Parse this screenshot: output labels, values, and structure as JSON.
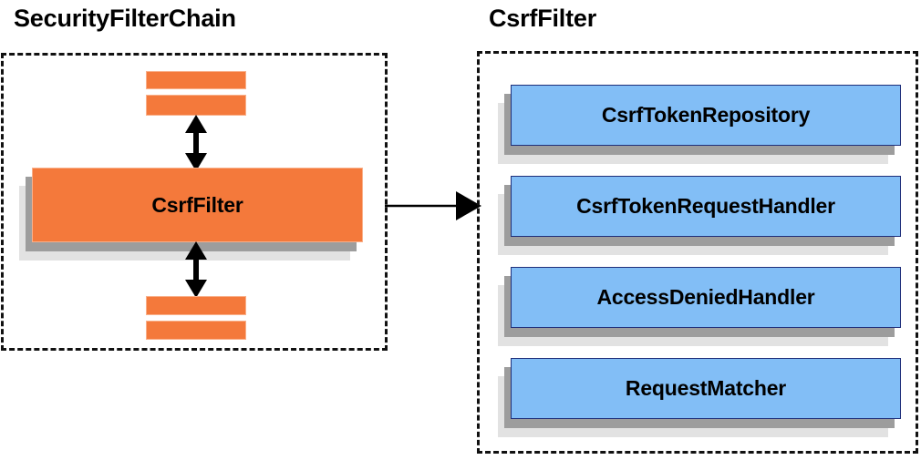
{
  "diagram": {
    "type": "component-diagram",
    "background_color": "#ffffff",
    "panels": [
      {
        "id": "security-filter-chain",
        "title": "SecurityFilterChain",
        "border_style": "dashed",
        "border_color": "#111111"
      },
      {
        "id": "csrf-filter",
        "title": "CsrfFilter",
        "border_style": "dashed",
        "border_color": "#111111"
      }
    ]
  },
  "left_panel": {
    "title": "SecurityFilterChain",
    "top_bars": [
      {
        "label": "",
        "color": "#f4793b"
      },
      {
        "label": "",
        "color": "#f4793b"
      }
    ],
    "highlighted_filter": {
      "label": "CsrfFilter",
      "color": "#f4793b",
      "shadow_near": "#9d9d9d",
      "shadow_far": "#e2e2e2"
    },
    "bottom_bars": [
      {
        "label": "",
        "color": "#f4793b"
      },
      {
        "label": "",
        "color": "#f4793b"
      }
    ],
    "connectors": [
      {
        "name": "top-double-arrow",
        "direction": "both"
      },
      {
        "name": "bottom-double-arrow",
        "direction": "both"
      }
    ]
  },
  "right_panel": {
    "title": "CsrfFilter",
    "components": [
      {
        "label": "CsrfTokenRepository",
        "color": "#82bef6",
        "border": "#1f2f7a"
      },
      {
        "label": "CsrfTokenRequestHandler",
        "color": "#82bef6",
        "border": "#1f2f7a"
      },
      {
        "label": "AccessDeniedHandler",
        "color": "#82bef6",
        "border": "#1f2f7a"
      },
      {
        "label": "RequestMatcher",
        "color": "#82bef6",
        "border": "#1f2f7a"
      }
    ]
  },
  "connector": {
    "name": "expansion-arrow",
    "from": "CsrfFilter",
    "to": "CsrfFilter detail panel",
    "direction": "right",
    "color": "#000000"
  }
}
